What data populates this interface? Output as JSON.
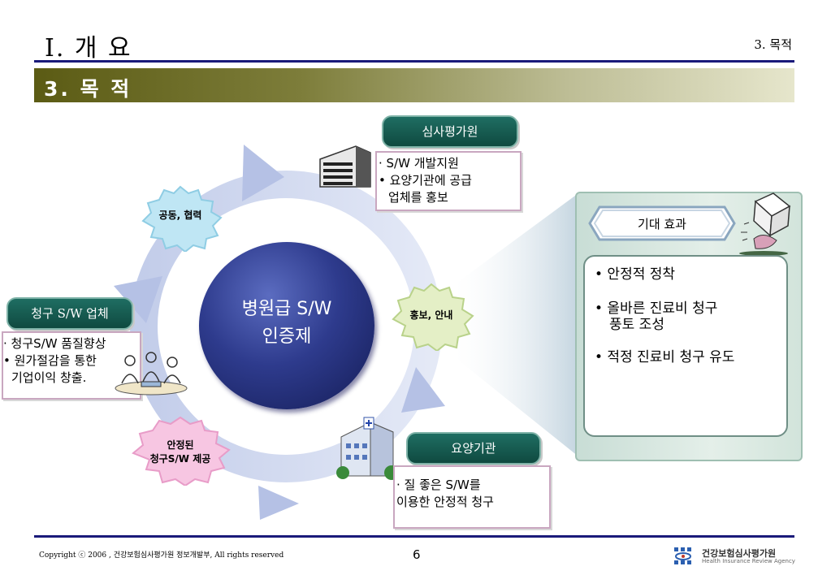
{
  "header": {
    "title": "Ⅰ. 개 요",
    "section": "3. 목적",
    "banner": "3. 목 적"
  },
  "nodes": {
    "hira": {
      "label": "심사평가원",
      "bullets": [
        "· S/W 개발지원",
        "• 요양기관에 공급",
        "업체를 홍보"
      ]
    },
    "vendor": {
      "label": "청구 S/W 업체",
      "bullets": [
        "· 청구S/W 품질향상",
        "• 원가절감을 통한",
        "기업이익 창출."
      ]
    },
    "hospital": {
      "label": "요양기관",
      "bullets": [
        "· 질 좋은 S/W를",
        "이용한  안정적 청구"
      ]
    }
  },
  "gears": {
    "cooperation": "공동, 협력",
    "promotion": "홍보, 안내",
    "stable_line1": "안정된",
    "stable_line2": "청구S/W 제공"
  },
  "center": {
    "line1": "병원급 S/W",
    "line2": "인증제"
  },
  "effects": {
    "title": "기대 효과",
    "items": [
      "• 안정적 정착",
      "• 올바른 진료비 청구",
      "풍토 조성",
      "• 적정 진료비 청구 유도"
    ]
  },
  "footer": {
    "copyright": "Copyright ⓒ 2006 , 건강보험심사평가원 정보개발부,  All rights reserved",
    "page": "6",
    "logo_name": "건강보험심사평가원",
    "logo_en": "Health Insurance Review Agency"
  },
  "colors": {
    "banner_dark": "#5b5b14",
    "pill": "#1f6e62",
    "circle": "#2e3b8d",
    "rule": "#1a1a7a"
  }
}
